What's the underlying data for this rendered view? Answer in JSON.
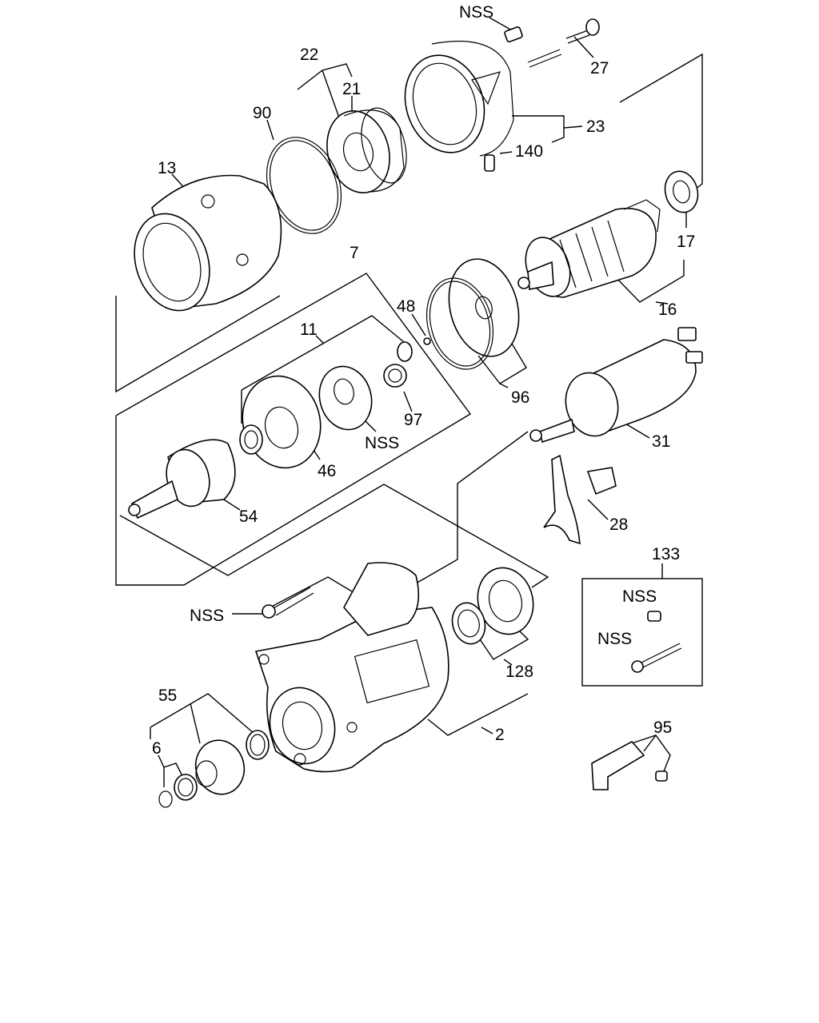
{
  "diagram": {
    "labels": {
      "nss_top": "NSS",
      "p27": "27",
      "p22": "22",
      "p21": "21",
      "p90": "90",
      "p23": "23",
      "p140": "140",
      "p13": "13",
      "p17": "17",
      "p16": "16",
      "p7": "7",
      "p48": "48",
      "p11": "11",
      "p96": "96",
      "p97": "97",
      "nss_gear": "NSS",
      "p46": "46",
      "p31": "31",
      "p54": "54",
      "p28": "28",
      "p133": "133",
      "nss_box1": "NSS",
      "nss_box2": "NSS",
      "nss_bolt": "NSS",
      "p128": "128",
      "p55": "55",
      "p2": "2",
      "p6": "6",
      "p95": "95"
    }
  }
}
